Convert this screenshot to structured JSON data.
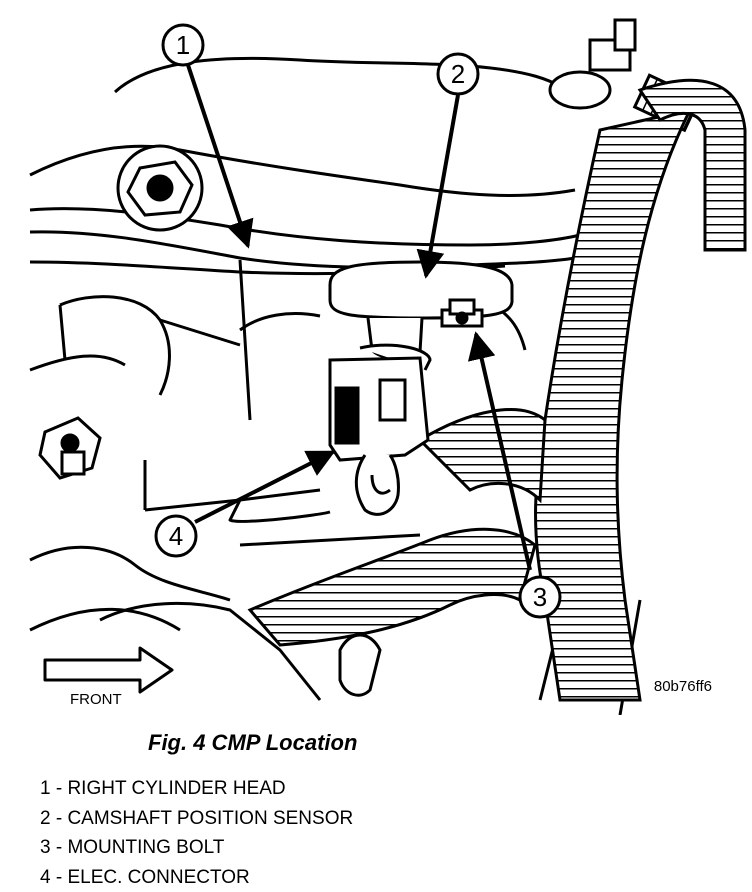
{
  "diagram": {
    "callouts": [
      "1",
      "2",
      "3",
      "4"
    ],
    "front_label": "FRONT",
    "image_code": "80b76ff6"
  },
  "figure": {
    "title": "Fig. 4 CMP Location"
  },
  "legend": [
    "1 - RIGHT CYLINDER HEAD",
    "2 - CAMSHAFT POSITION SENSOR",
    "3 - MOUNTING BOLT",
    "4 - ELEC. CONNECTOR"
  ]
}
